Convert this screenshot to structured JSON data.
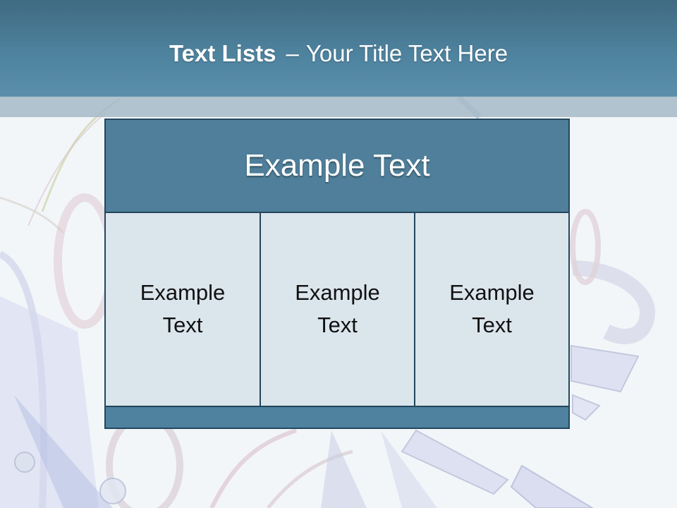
{
  "slide": {
    "title_bold": "Text Lists",
    "title_separator": "–",
    "title_rest": "Your Title Text Here"
  },
  "diagram": {
    "header_text": "Example Text",
    "cells": [
      {
        "text": "Example Text"
      },
      {
        "text": "Example Text"
      },
      {
        "text": "Example Text"
      }
    ],
    "footer_text": ""
  },
  "colors": {
    "title_bar": "#4f84a0",
    "header_fill": "#4f7f9a",
    "cell_fill": "#dbe5ec",
    "border": "#23485d",
    "footer_fill": "#4e829e"
  }
}
